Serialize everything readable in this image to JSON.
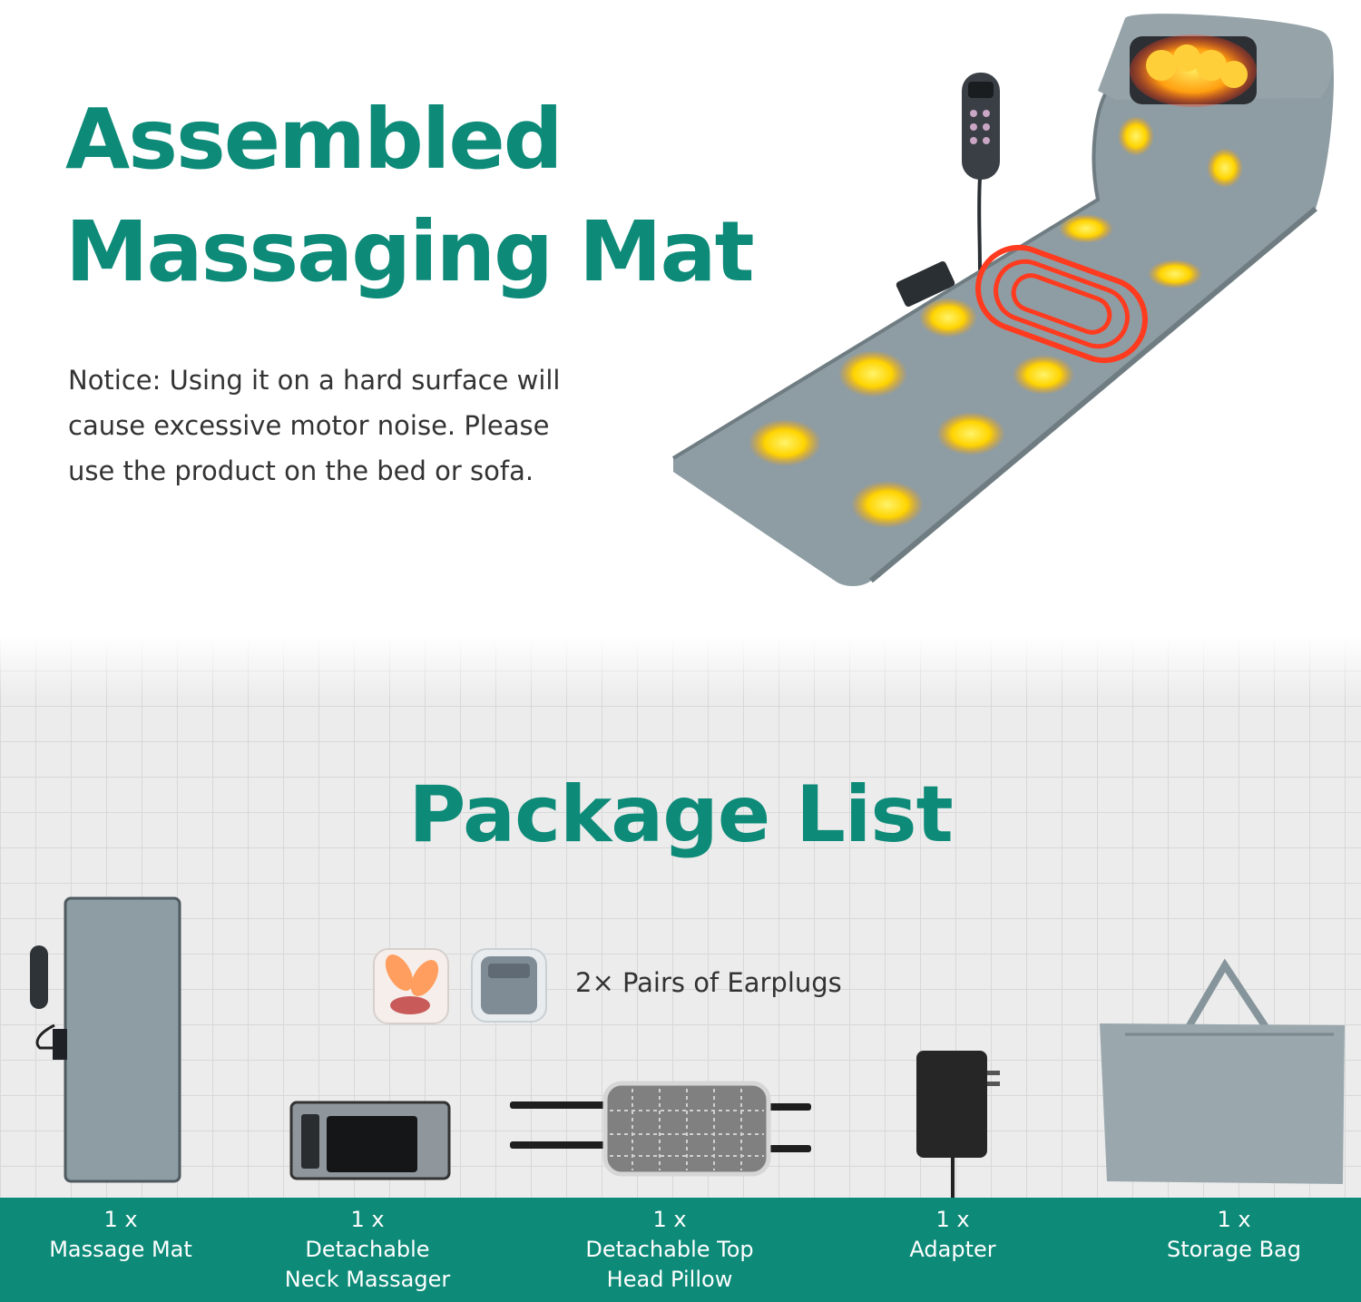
{
  "hero": {
    "title_line1": "Assembled",
    "title_line2": "Massaging Mat",
    "notice_line1": "Notice: Using it on a hard surface will",
    "notice_line2": "cause excessive motor noise. Please",
    "notice_line3": "use the product on the bed or sofa."
  },
  "package": {
    "title": "Package List",
    "earplugs_label": "2× Pairs of Earplugs",
    "items": [
      {
        "qty": "1 x",
        "line1": "Massage Mat",
        "line2": ""
      },
      {
        "qty": "1 x",
        "line1": "Detachable",
        "line2": "Neck Massager"
      },
      {
        "qty": "1 x",
        "line1": "Detachable Top",
        "line2": "Head Pillow"
      },
      {
        "qty": "1 x",
        "line1": "Adapter",
        "line2": ""
      },
      {
        "qty": "1 x",
        "line1": "Storage Bag",
        "line2": ""
      }
    ]
  },
  "colors": {
    "brand_teal": "#0d8a78",
    "mat_gray": "#8e9da3",
    "heat_yellow": "#ffd400",
    "heat_red": "#ff3b1f"
  }
}
